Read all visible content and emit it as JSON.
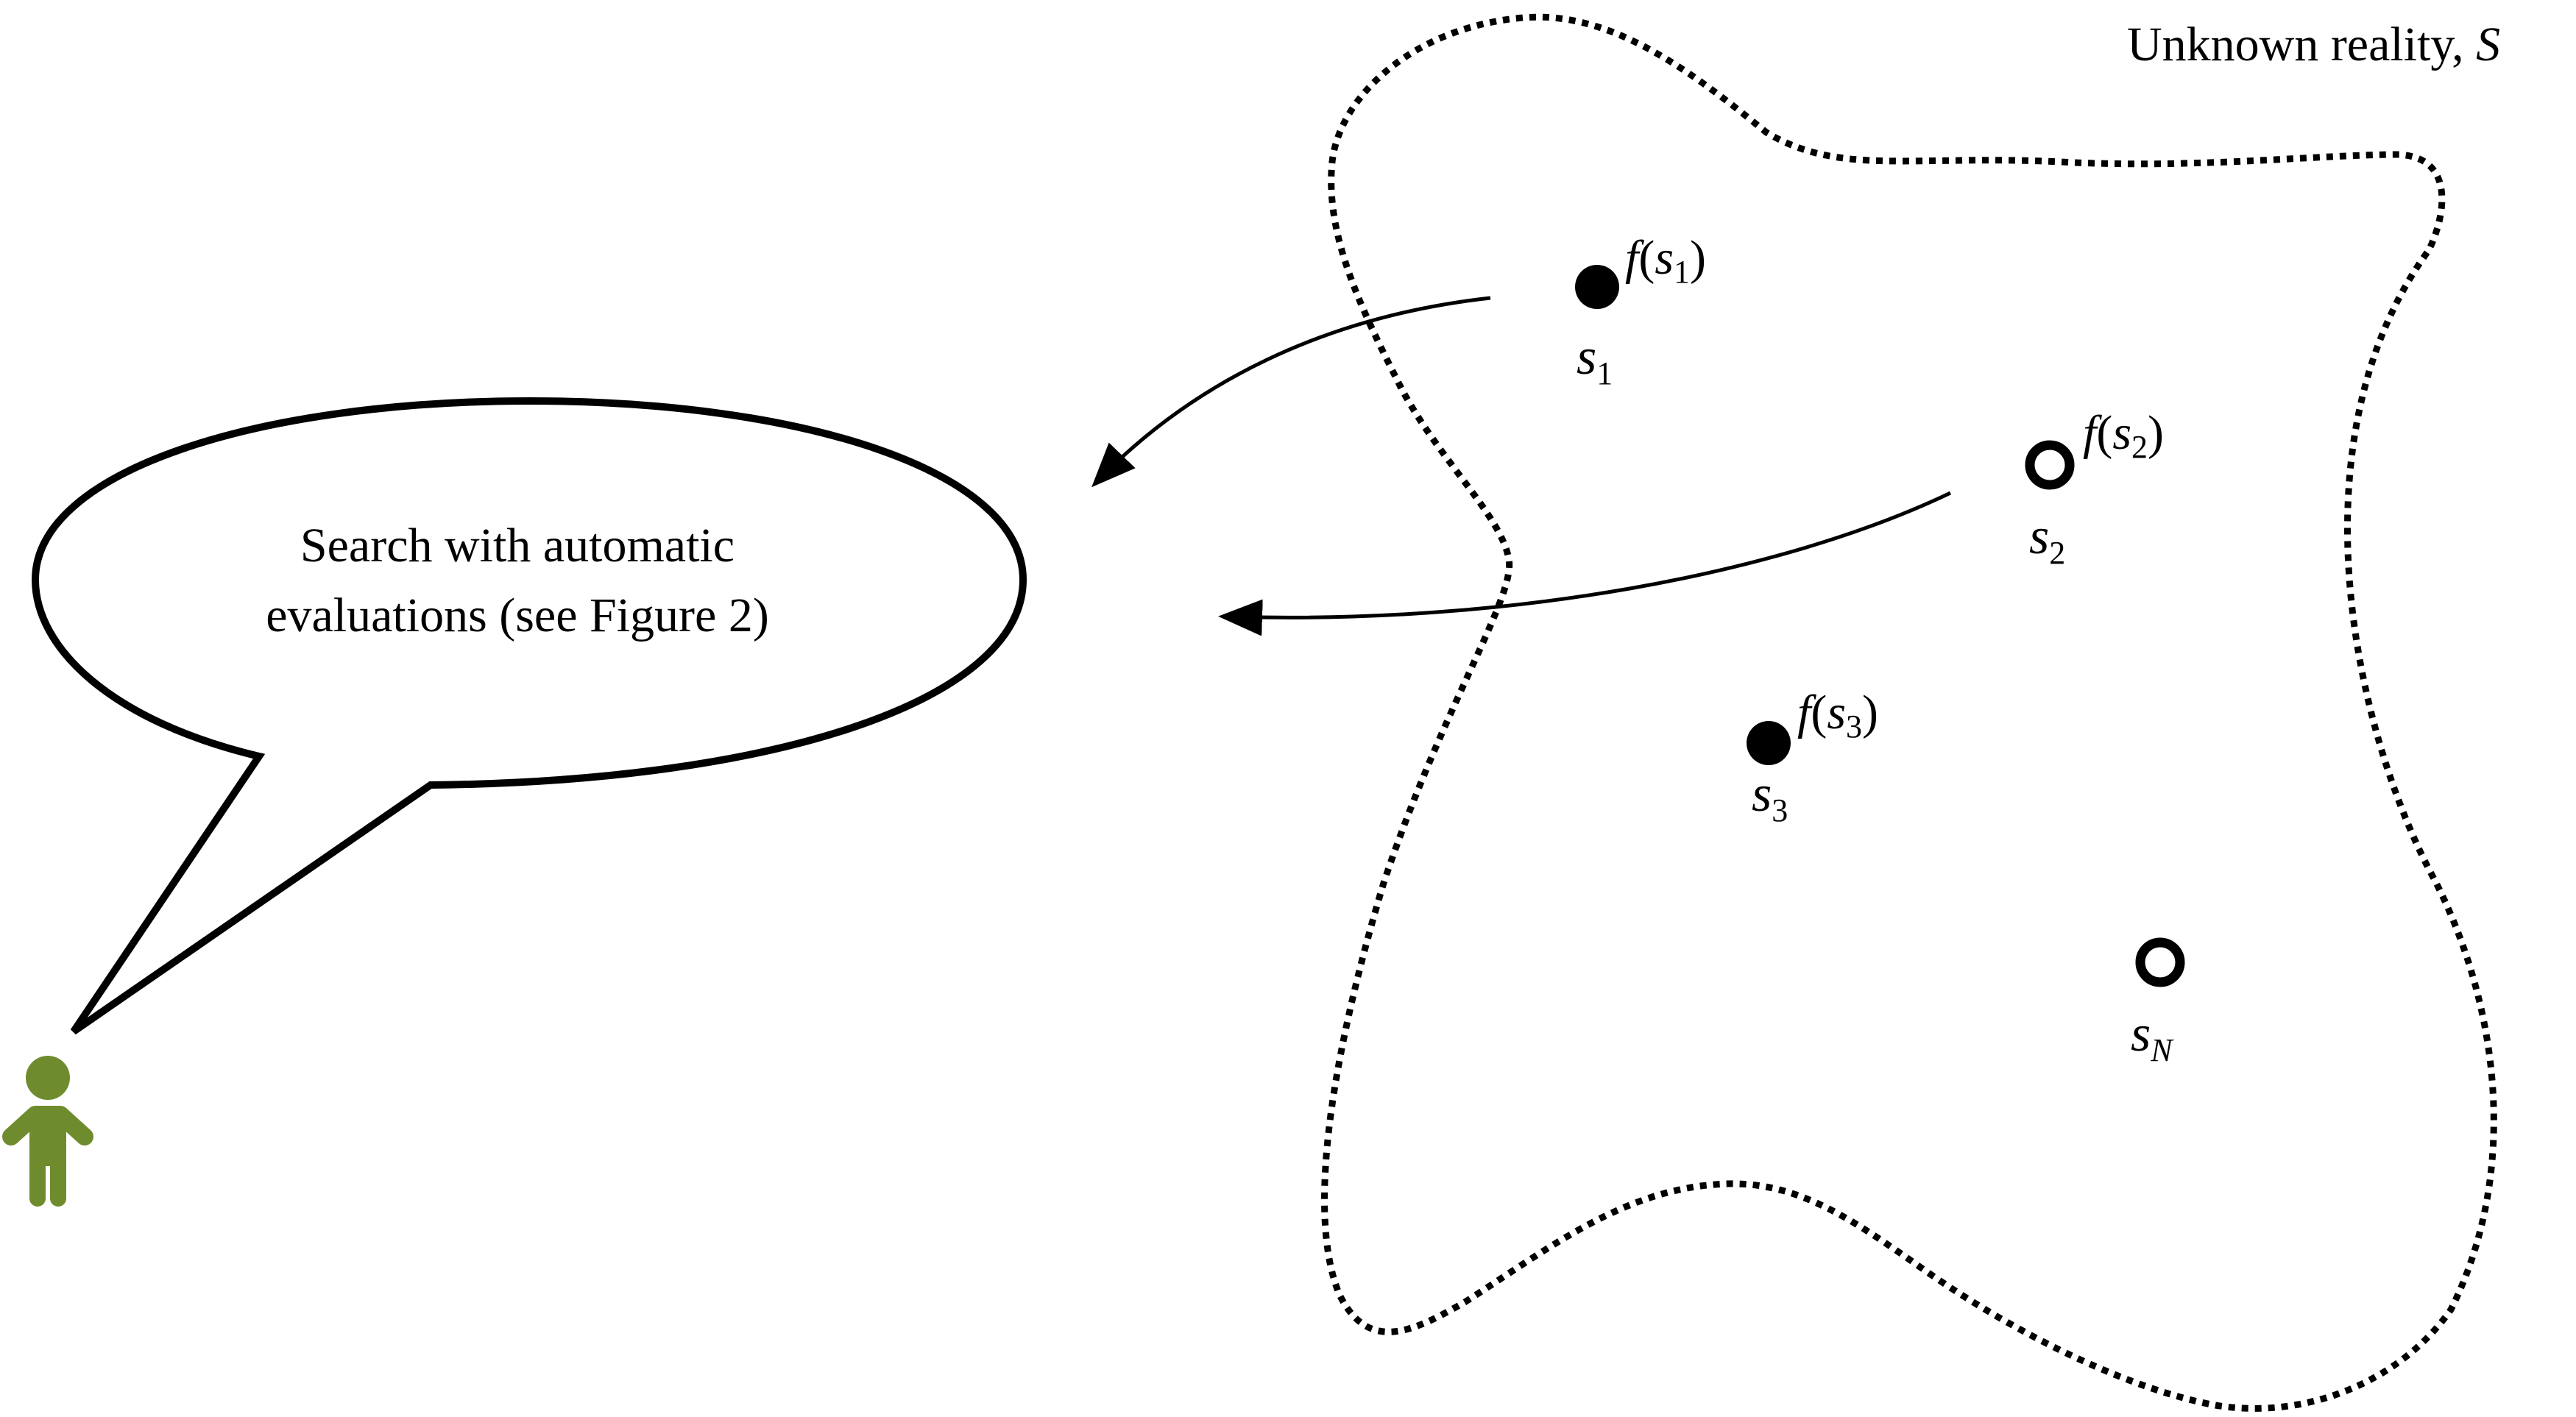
{
  "title": {
    "text": "Unknown reality, ",
    "symbol": "S"
  },
  "speech_bubble": {
    "line1": "Search with automatic",
    "line2": "evaluations (see Figure 2)"
  },
  "colors": {
    "person": "#6e8c2e",
    "stroke": "#000000",
    "background": "#ffffff"
  },
  "icons": {
    "person": "person-icon"
  },
  "points": [
    {
      "base": "s",
      "subscript": "1",
      "filled": true,
      "has_f": true,
      "f_func": "f",
      "f_open": "(",
      "f_close": ")"
    },
    {
      "base": "s",
      "subscript": "2",
      "filled": false,
      "has_f": true,
      "f_func": "f",
      "f_open": "(",
      "f_close": ")"
    },
    {
      "base": "s",
      "subscript": "3",
      "filled": true,
      "has_f": true,
      "f_func": "f",
      "f_open": "(",
      "f_close": ")"
    },
    {
      "base": "s",
      "subscript": "N",
      "filled": false,
      "has_f": false
    }
  ]
}
